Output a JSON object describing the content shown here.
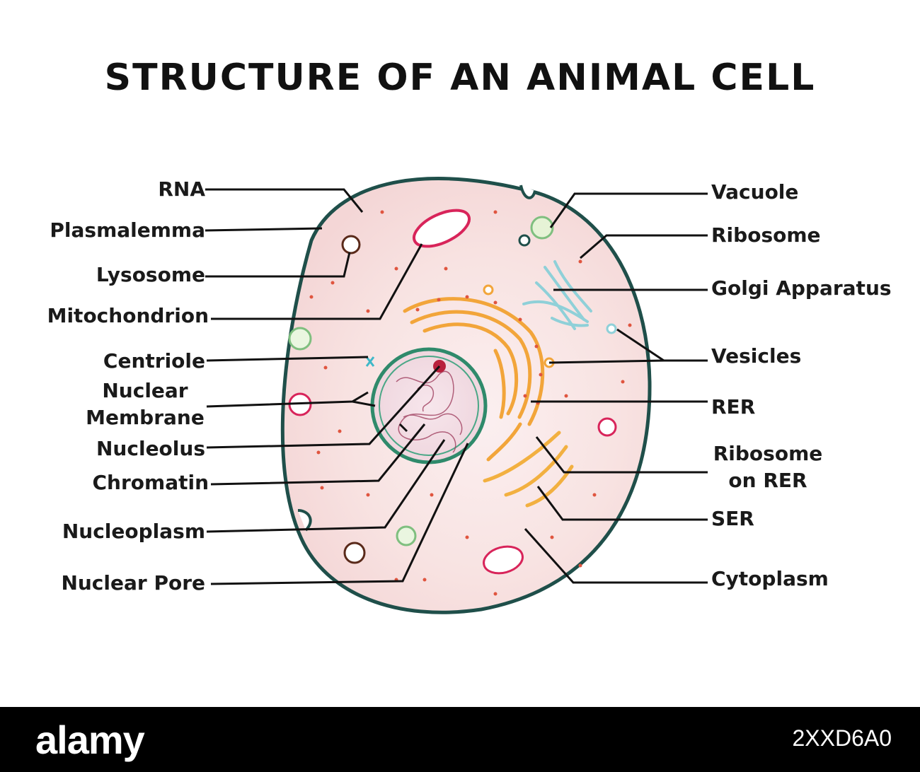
{
  "title": "STRUCTURE OF AN ANIMAL CELL",
  "labels_left": {
    "rna": "RNA",
    "plasmalemma": "Plasmalemma",
    "lysosome": "Lysosome",
    "mitochondrion": "Mitochondrion",
    "centriole": "Centriole",
    "nuclear_membrane_1": "Nuclear",
    "nuclear_membrane_2": "Membrane",
    "nucleolus": "Nucleolus",
    "chromatin": "Chromatin",
    "nucleoplasm": "Nucleoplasm",
    "nuclear_pore": "Nuclear Pore"
  },
  "labels_right": {
    "vacuole": "Vacuole",
    "ribosome": "Ribosome",
    "golgi": "Golgi Apparatus",
    "vesicles": "Vesicles",
    "rer": "RER",
    "ribosome_rer_1": "Ribosome",
    "ribosome_rer_2": "on RER",
    "ser": "SER",
    "cytoplasm": "Cytoplasm"
  },
  "watermark": {
    "brand": "alamy",
    "image_code": "2XXD6A0"
  },
  "colors": {
    "membrane": "#1f4f4a",
    "cytoplasm": "#f6dfe0",
    "nucleus": "#2f8a6b",
    "rer": "#f2a53a",
    "golgi": "#8fd0d8",
    "mitochondria": "#d8245a",
    "ribosome": "#e0553f"
  }
}
